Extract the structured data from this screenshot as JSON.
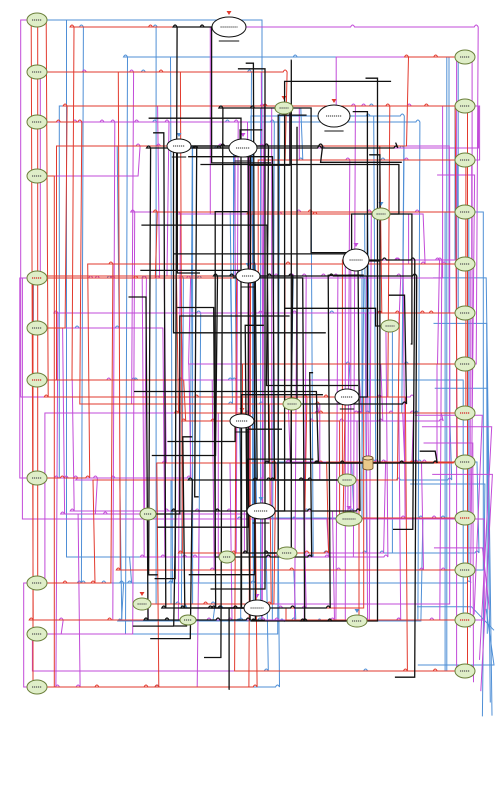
{
  "palette": {
    "background": "#ffffff",
    "red": "#e23a2e",
    "magenta": "#c24bd8",
    "blue": "#4f8fd6",
    "black": "#111111",
    "green_fill": "#dfeec8",
    "green_stroke": "#6a7f3a",
    "white_fill": "#ffffff",
    "red_text": "#d42020"
  },
  "nodes": {
    "left_column": [
      {
        "id": "L1",
        "label": "",
        "fill": "green"
      },
      {
        "id": "L2",
        "label": "",
        "fill": "green"
      },
      {
        "id": "L3",
        "label": "",
        "fill": "green"
      },
      {
        "id": "L4",
        "label": "",
        "fill": "green"
      },
      {
        "id": "L5",
        "label": "",
        "fill": "green",
        "red_text": true
      },
      {
        "id": "L6",
        "label": "",
        "fill": "green"
      },
      {
        "id": "L7",
        "label": "",
        "fill": "green",
        "red_text": true
      },
      {
        "id": "L8",
        "label": "",
        "fill": "green"
      },
      {
        "id": "L9",
        "label": "",
        "fill": "green"
      },
      {
        "id": "L10",
        "label": "",
        "fill": "green"
      },
      {
        "id": "L11",
        "label": "",
        "fill": "green"
      }
    ],
    "right_column": [
      {
        "id": "R1",
        "label": "",
        "fill": "green"
      },
      {
        "id": "R2",
        "label": "",
        "fill": "green"
      },
      {
        "id": "R3",
        "label": "",
        "fill": "green"
      },
      {
        "id": "R4",
        "label": "",
        "fill": "green"
      },
      {
        "id": "R5",
        "label": "",
        "fill": "green"
      },
      {
        "id": "R6",
        "label": "",
        "fill": "green"
      },
      {
        "id": "R7",
        "label": "",
        "fill": "green"
      },
      {
        "id": "R8",
        "label": "",
        "fill": "green",
        "red_text": true
      },
      {
        "id": "R9",
        "label": "",
        "fill": "green"
      },
      {
        "id": "R10",
        "label": "",
        "fill": "green",
        "red_text": true
      },
      {
        "id": "R11",
        "label": "",
        "fill": "green"
      },
      {
        "id": "R12",
        "label": "",
        "fill": "green",
        "red_text": true
      },
      {
        "id": "R13",
        "label": "",
        "fill": "green"
      }
    ],
    "center": [
      {
        "id": "C_top",
        "label": "",
        "fill": "white"
      },
      {
        "id": "C1",
        "label": "",
        "fill": "white"
      },
      {
        "id": "C2",
        "label": "",
        "fill": "white"
      },
      {
        "id": "C3",
        "label": "",
        "fill": "white"
      },
      {
        "id": "C4",
        "label": "",
        "fill": "white"
      },
      {
        "id": "C5",
        "label": "",
        "fill": "white"
      },
      {
        "id": "C6",
        "label": "",
        "fill": "white"
      },
      {
        "id": "C7",
        "label": "",
        "fill": "white"
      },
      {
        "id": "C8",
        "label": "",
        "fill": "white"
      },
      {
        "id": "C9",
        "label": "",
        "fill": "white"
      },
      {
        "id": "G1",
        "label": "",
        "fill": "green"
      },
      {
        "id": "G2",
        "label": "",
        "fill": "green"
      },
      {
        "id": "G3",
        "label": "",
        "fill": "green"
      },
      {
        "id": "G4",
        "label": "",
        "fill": "green"
      },
      {
        "id": "G5",
        "label": "",
        "fill": "green"
      },
      {
        "id": "G6",
        "label": "",
        "fill": "green"
      },
      {
        "id": "G7",
        "label": "",
        "fill": "green"
      },
      {
        "id": "G8",
        "label": "",
        "fill": "green"
      },
      {
        "id": "G9",
        "label": "",
        "fill": "green"
      },
      {
        "id": "G10",
        "label": "",
        "fill": "green"
      },
      {
        "id": "G11",
        "label": "",
        "fill": "green"
      },
      {
        "id": "G12",
        "label": "",
        "fill": "green"
      },
      {
        "id": "G13",
        "label": "",
        "fill": "green"
      }
    ]
  },
  "database_icon": {
    "icon": "cylinder-icon"
  }
}
